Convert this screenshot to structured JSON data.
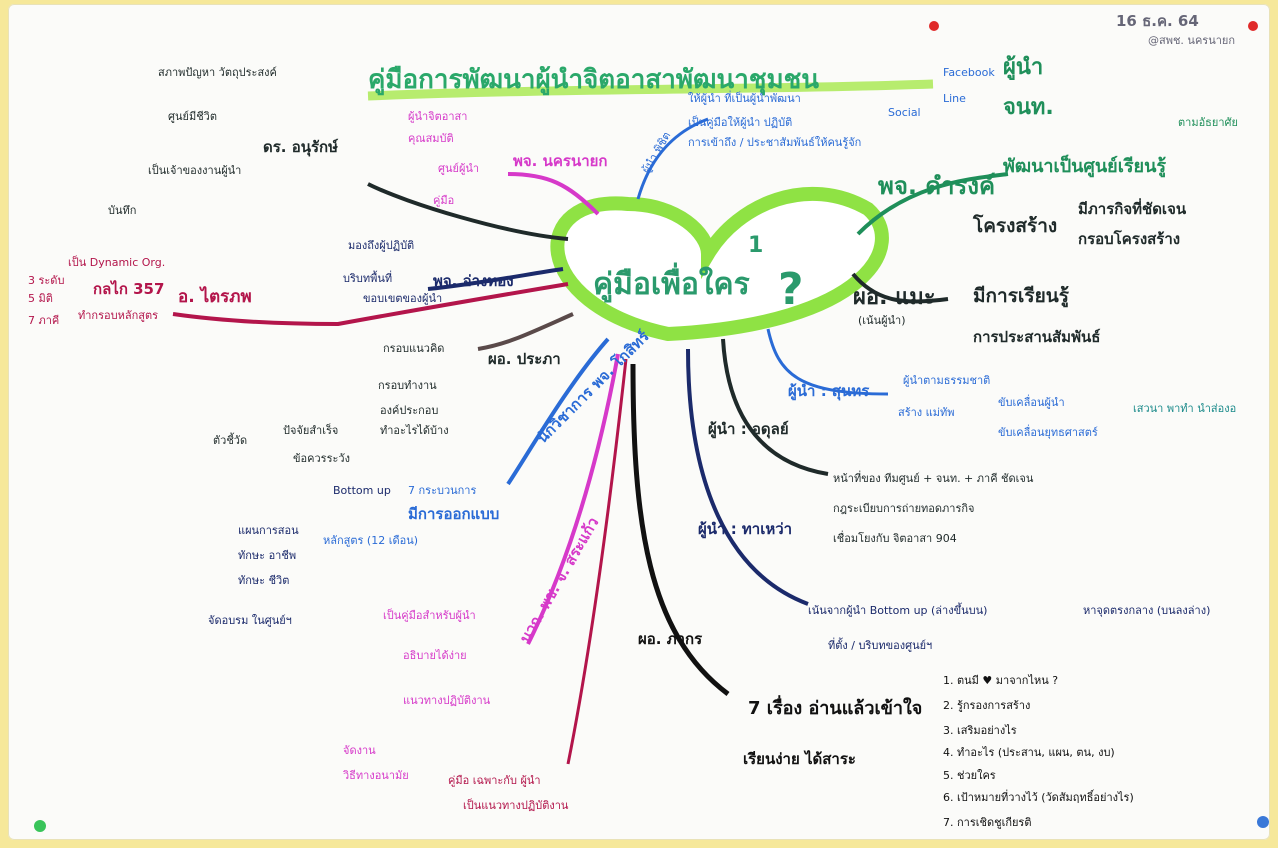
{
  "title": "คู่มือการพัฒนาผู้นำจิตอาสาพัฒนาชุมชน",
  "date_note": "16 ธ.ค. 64",
  "author_note": "@สพช. นครนายก",
  "center": {
    "line1": "คู่มือเพื่อใคร",
    "line2": "?",
    "number": "1"
  },
  "branches": {
    "top_right": {
      "label": "พจ. ดำรงค์",
      "sub": [
        "ผู้นำ",
        "จนท.",
        "พัฒนาเป็นศูนย์เรียนรู้"
      ],
      "extra": "ตามอัธยาศัย"
    },
    "right_mid": {
      "label": "ผอ. แมะ",
      "note": "(เน้นผู้นำ)",
      "sub1": "โครงสร้าง",
      "sub1_items": [
        "มีภารกิจที่ชัดเจน",
        "กรอบโครงสร้าง"
      ],
      "sub2": "มีการเรียนรู้",
      "sub3": "การประสานสัมพันธ์"
    },
    "sunthorn": {
      "label": "ผู้นำ : สุนทร",
      "items": [
        "ผู้นำตามธรรมชาติ",
        "สร้าง แม่ทัพ"
      ],
      "sub_items": [
        "ขับเคลื่อนผู้นำ",
        "ขับเคลื่อนยุทธศาสตร์"
      ],
      "extra": "เสวนา พาทำ นำส่องอ"
    },
    "odun": {
      "label": "ผู้นำ : อดุลย์",
      "items": [
        "หน้าที่ของ ทีมศูนย์ + จนท. + ภาคี ชัดเจน",
        "กฎระเบียบการถ่ายทอดภารกิจ",
        "เชื่อมโยงกับ จิตอาสา 904"
      ]
    },
    "tawao": {
      "label": "ผู้นำ : ทาเหว่า",
      "items": [
        "เน้นจากผู้นำ Bottom up (ล่างขึ้นบน)",
        "ที่ตั้ง / บริบทของศูนย์ฯ"
      ],
      "extra": "หาจุดตรงกลาง (บนลงล่าง)"
    },
    "pakorn": {
      "label": "ผอ. ภากร",
      "main": "7 เรื่อง อ่านแล้วเข้าใจ",
      "list": [
        "1. ตนมี ♥ มาจากไหน ?",
        "2. รู้กรองการสร้าง",
        "3. เสริมอย่างไร",
        "4. ทำอะไร (ประสาน, แผน, ตน, งบ)",
        "5. ช่วยใคร",
        "6. เป้าหมายที่วางไว้ (วัดสัมฤทธิ์อย่างไร)",
        "7. การเชิดชูเกียรติ"
      ],
      "foot": "เรียนง่าย ได้สาระ"
    },
    "nakorn": {
      "label": "พจ. นครนายก",
      "items": [
        "ผู้นำจิตอาสา",
        "คุณสมบัติ",
        "ศูนย์ผู้นำ",
        "คู่มือ"
      ]
    },
    "anurak": {
      "label": "ดร. อนุรักษ์",
      "items": [
        "สภาพปัญหา วัตถุประสงค์",
        "ศูนย์มีชีวิต",
        "เป็นเจ้าของงานผู้นำ",
        "บันทึก"
      ]
    },
    "angthong": {
      "label": "พจ. อ่างทอง",
      "items": [
        "มองถึงผู้ปฏิบัติ",
        "บริบทพื้นที่",
        "ขอบเขตของผู้นำ"
      ]
    },
    "itraphap": {
      "label": "อ. ไตรภพ",
      "items": [
        "กลไก 357",
        "ทำกรอบหลักสูตร"
      ],
      "left": [
        "3 ระดับ",
        "5 มิติ",
        "7 ภาคี",
        "เป็น Dynamic Org."
      ]
    },
    "prapa": {
      "label": "ผอ. ประภา",
      "items": [
        "กรอบแนวคิด",
        "กรอบทำงาน",
        "องค์ประกอบ",
        "ทำอะไรได้บ้าง"
      ],
      "left": [
        "ตัวชี้วัด",
        "ปัจจัยสำเร็จ",
        "ข้อควรระวัง"
      ]
    },
    "kosit": {
      "label": "นักวิชาการ พจ. โกสิทร์",
      "items": [
        "7 กระบวนการ",
        "มีการออกแบบ",
        "หลักสูตร (12 เดือน)"
      ],
      "left": [
        "Bottom up",
        "แผนการสอน",
        "ทักษะ อาชีพ",
        "ทักษะ ชีวิต",
        "จัดอบรม ในศูนย์ฯ"
      ]
    },
    "sakaew": {
      "label": "นวก. พช. จ. สระแก้ว",
      "items": [
        "เป็นคู่มือสำหรับผู้นำ",
        "อธิบายได้ง่าย",
        "แนวทางปฏิบัติงาน"
      ],
      "left": [
        "จัดงาน",
        "วิธีทางอนามัย"
      ]
    },
    "red_bottom": {
      "label": "คู่มือ เฉพาะกับ ผู้นำ",
      "sub": "เป็นแนวทางปฏิบัติงาน"
    },
    "social": {
      "label": "ผู้นำ พิชิต",
      "items": [
        "ให้ผู้นำ ที่เป็นผู้นำพัฒนา",
        "เป็นคู่มือให้ผู้นำ ปฏิบัติ",
        "การเข้าถึง / ประชาสัมพันธ์ให้คนรู้จัก"
      ],
      "tags": [
        "Social",
        "Facebook",
        "Line"
      ]
    }
  },
  "colors": {
    "background": "#f6e89a",
    "paper": "#fbfbf9",
    "heart": "#7ddc3c",
    "green": "#1f8f5a",
    "navy": "#1b2a6b",
    "blue": "#2a6bd6",
    "magenta": "#d639c9",
    "crimson": "#b3154b",
    "dark": "#1f2a2a"
  }
}
